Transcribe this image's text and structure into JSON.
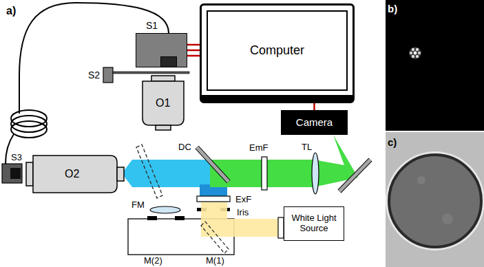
{
  "diagram": {
    "nodes": [
      {
        "text": [
          "S1"
        ]
      },
      {
        "text": [
          "Computer"
        ]
      },
      {
        "text": [
          "Camera"
        ]
      },
      {
        "text": [
          "White Light Source"
        ]
      }
    ],
    "edges": [
      {
        "from": 0,
        "to": 1,
        "arrow": "none"
      },
      {
        "from": 0,
        "to": 1,
        "arrow": "none"
      },
      {
        "from": 0,
        "to": 1,
        "arrow": "none"
      },
      {
        "from": 2,
        "to": 1,
        "arrow": "none"
      }
    ],
    "labels": [
      "a)",
      "S2",
      "O1",
      "S3",
      "O2",
      "FM",
      "DC",
      "EmF",
      "TL",
      "ExF",
      "Iris",
      "M(2)",
      "M(1)",
      "b)",
      "c)"
    ]
  }
}
